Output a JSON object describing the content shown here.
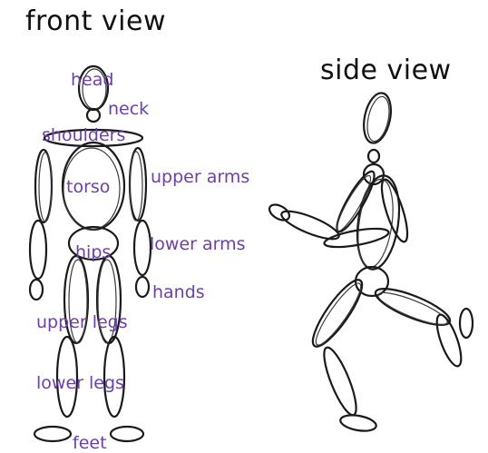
{
  "headings": {
    "front": "front view",
    "side": "side view"
  },
  "labels": {
    "head": "head",
    "neck": "neck",
    "shoulders": "shoulders",
    "torso": "torso",
    "upper_arms": "upper arms",
    "hips": "hips",
    "lower_arms": "lower arms",
    "hands": "hands",
    "upper_legs": "upper legs",
    "lower_legs": "lower legs",
    "feet": "feet"
  },
  "colors": {
    "label": "#6b3fb0",
    "sketch": "#1a1a1a",
    "heading": "#111111"
  }
}
